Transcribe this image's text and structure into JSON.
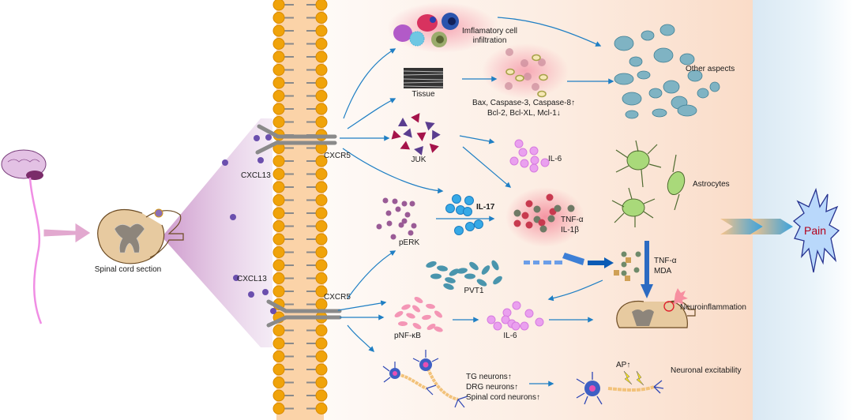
{
  "figure": {
    "spinal_cord_label": "Spinal cord section",
    "ligand_label_top": "CXCL13",
    "ligand_label_bottom": "CXCL13",
    "receptor_label_top": "CXCR5",
    "receptor_label_bottom": "CXCR5",
    "inflammatory": {
      "line1": "Imflamatory cell",
      "line2": "infiltration"
    },
    "tissue_label": "Tissue",
    "apoptosis": {
      "up_text": "Bax, Caspase-3, Caspase-8",
      "down_text": "Bcl-2, Bcl-XL, Mcl-1",
      "up_arrow": "↑",
      "down_arrow": "↓"
    },
    "other_aspects_label": "Other aspects",
    "juk_label": "JUK",
    "il6_top_label": "IL-6",
    "il17_label": "IL-17",
    "cytokines": {
      "line1": "TNF-α",
      "line2": "IL-1β"
    },
    "perk_label": "pERK",
    "astrocytes_label": "Astrocytes",
    "pvt1_label": "PVT1",
    "tnf_mda": {
      "line1": "TNF-α",
      "line2": "MDA"
    },
    "neuroinflammation_label": "Neuroinflammation",
    "pnfkb_label": "pNF-κB",
    "il6_bottom_label": "IL-6",
    "neurons": [
      {
        "text": "TG neurons",
        "arrow": "↑"
      },
      {
        "text": "DRG neurons",
        "arrow": "↑"
      },
      {
        "text": "Spinal cord neurons",
        "arrow": "↑"
      }
    ],
    "ap_label": "AP",
    "ap_arrow": "↑",
    "excitability_label": "Neuronal excitability",
    "pain_label": "Pain"
  },
  "colors": {
    "arrow_blue": "#1f7fc4",
    "membrane_orange": "#f0a30a",
    "membrane_fill": "#fbd3a8",
    "pain_fill": "#b9d8fb",
    "pain_stroke": "#26328f",
    "pain_text": "#b3001b",
    "wedge_purple": "#c98fc7"
  }
}
